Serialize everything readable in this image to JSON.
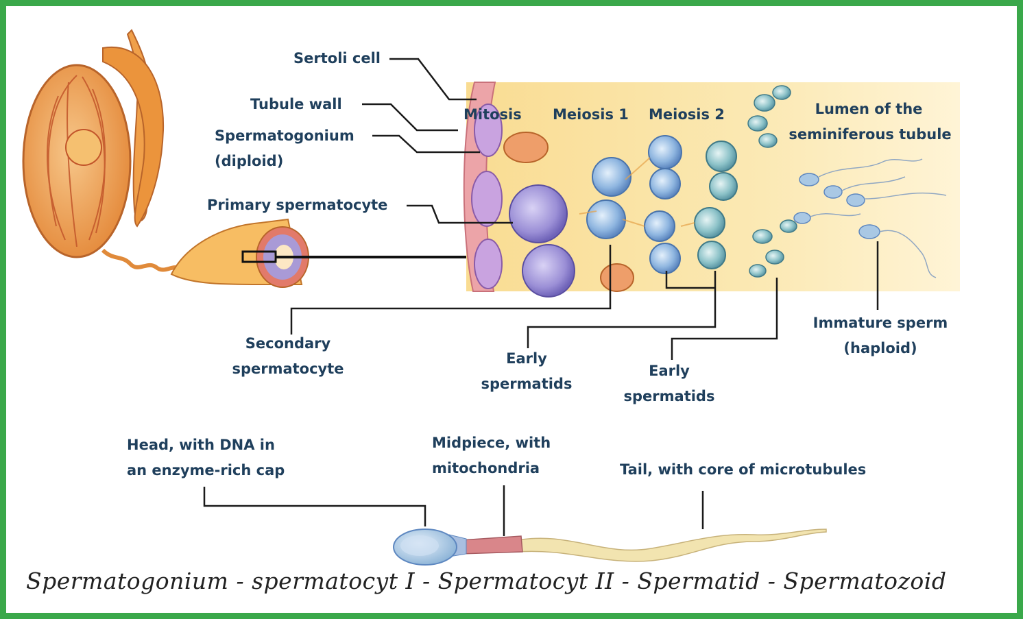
{
  "labels": {
    "sertoli_cell": "Sertoli cell",
    "tubule_wall": "Tubule wall",
    "spermatogonium": "Spermatogonium",
    "spermatogonium_ploidy": "(diploid)",
    "primary_spermatocyte": "Primary spermatocyte",
    "mitosis": "Mitosis",
    "meiosis_1": "Meiosis 1",
    "meiosis_2": "Meiosis 2",
    "lumen_line1": "Lumen of the",
    "lumen_line2": "seminiferous tubule",
    "secondary_line1": "Secondary",
    "secondary_line2": "spermatocyte",
    "early1_line1": "Early",
    "early1_line2": "spermatids",
    "early2_line1": "Early",
    "early2_line2": "spermatids",
    "immature_line1": "Immature sperm",
    "immature_line2": "(haploid)",
    "head_line1": "Head, with DNA in",
    "head_line2": "an enzyme-rich cap",
    "midpiece_line1": "Midpiece, with",
    "midpiece_line2": "mitochondria",
    "tail": "Tail, with core of microtubules"
  },
  "caption": "Spermatogonium - spermatocyt I - Spermatocyt II - Spermatid - Spermatozoid",
  "colors": {
    "frame_border": "#3aa84a",
    "label_text": "#1f3f5c",
    "testis": "#e8903a",
    "tubule_bg": "#fbe7a8",
    "cell_purple": "#9b8fd6",
    "cell_blue": "#8fb6e0",
    "midpiece": "#d9868a",
    "tail": "#f2e4b0"
  }
}
